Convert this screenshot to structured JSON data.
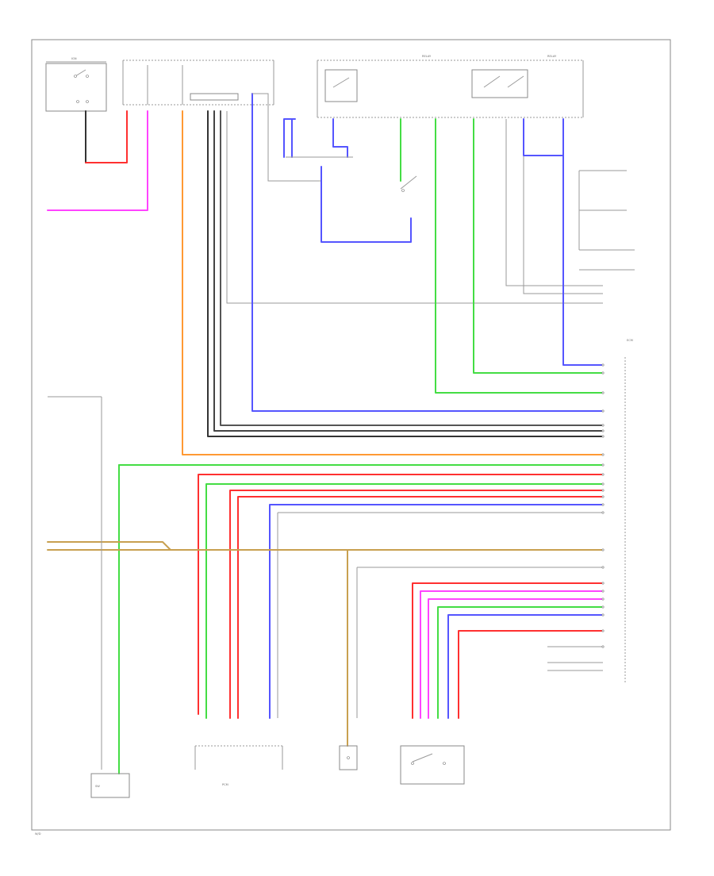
{
  "labels": {
    "component_a": "IGN",
    "component_b": "ECM",
    "component_c": "PCM",
    "component_d": "SW",
    "component_e": "RELAY",
    "footer": "W/D"
  },
  "colors": {
    "frame": "#888888",
    "pink": "#ff44ff",
    "red": "#ff3030",
    "orange": "#ff9933",
    "green": "#44dd44",
    "blue": "#5555ff",
    "black": "#333333",
    "tan": "#c8a050",
    "gray": "#888888"
  }
}
